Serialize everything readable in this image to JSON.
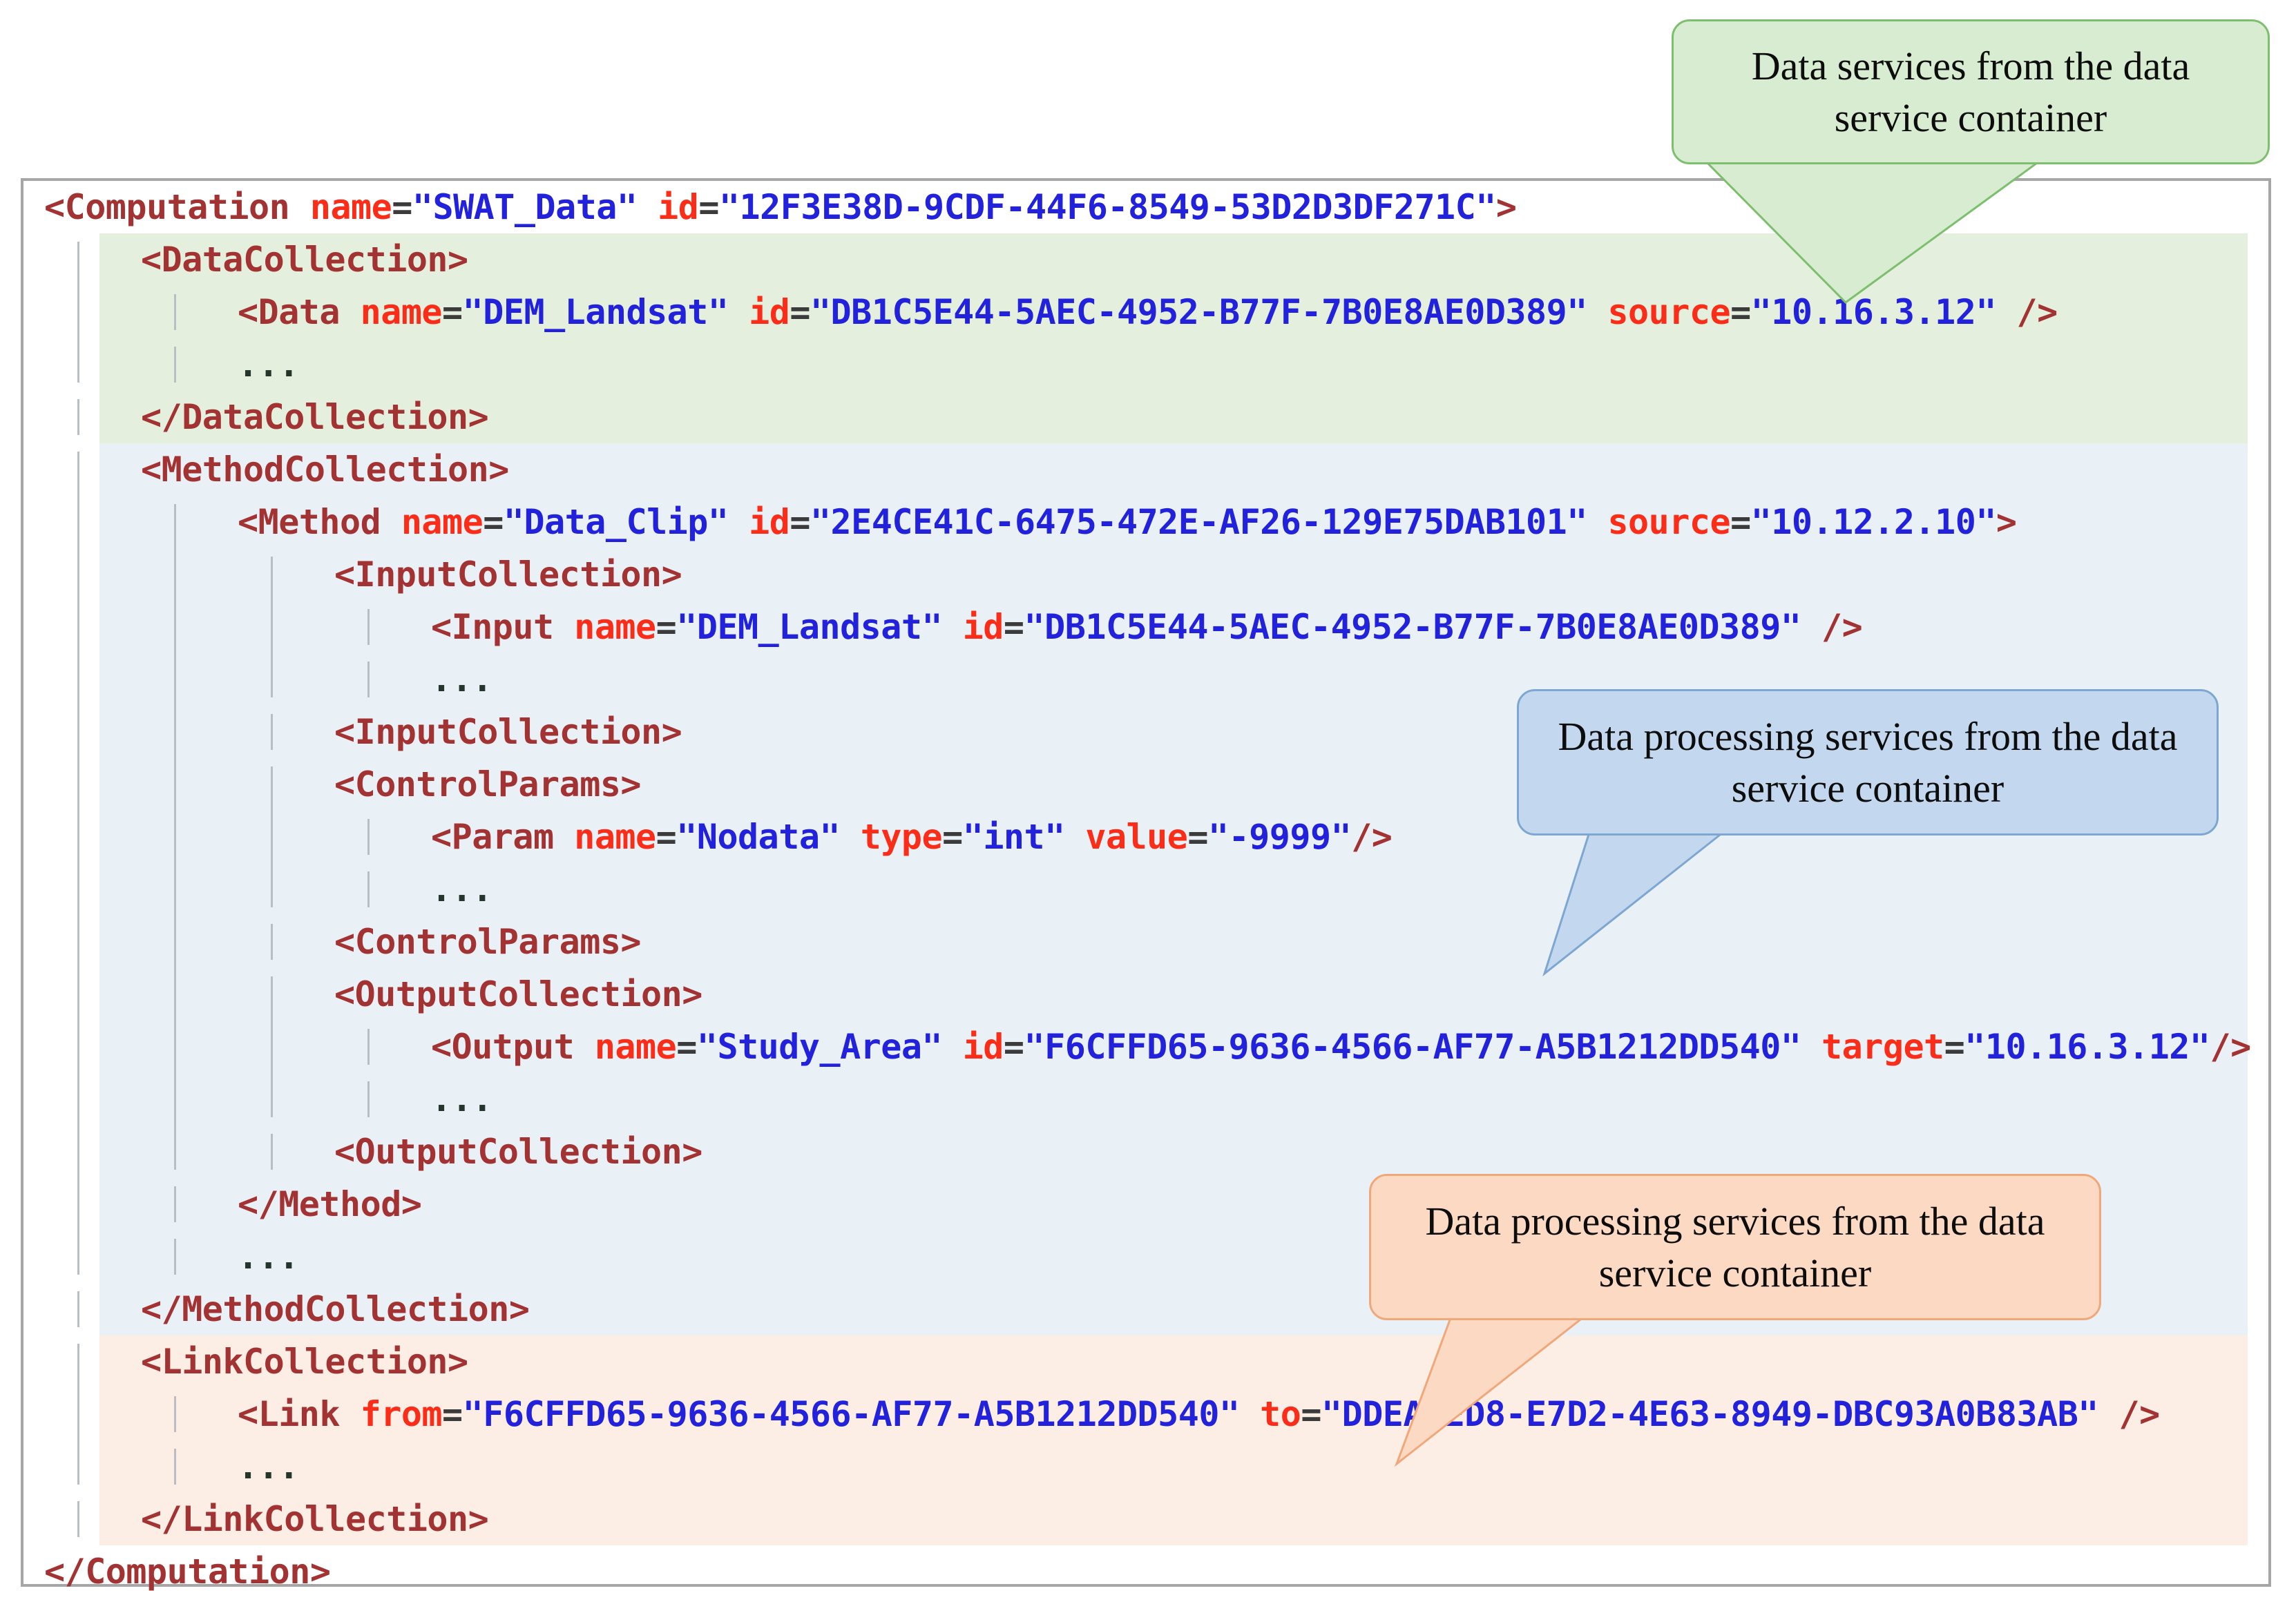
{
  "document": {
    "type": "xml-code-listing",
    "root_element": "Computation"
  },
  "code": {
    "lines": [
      {
        "indent": 0,
        "band": "none",
        "tokens": [
          {
            "t": "tag",
            "v": "<Computation "
          },
          {
            "t": "attr",
            "v": "name"
          },
          {
            "t": "eq",
            "v": "="
          },
          {
            "t": "val",
            "v": "\"SWAT_Data\""
          },
          {
            "t": "plain",
            "v": " "
          },
          {
            "t": "attr",
            "v": "id"
          },
          {
            "t": "eq",
            "v": "="
          },
          {
            "t": "val",
            "v": "\"12F3E38D-9CDF-44F6-8549-53D2D3DF271C\""
          },
          {
            "t": "tag",
            "v": ">"
          }
        ]
      },
      {
        "indent": 1,
        "band": "green",
        "tokens": [
          {
            "t": "tag",
            "v": "<DataCollection>"
          }
        ]
      },
      {
        "indent": 2,
        "band": "green",
        "tokens": [
          {
            "t": "tag",
            "v": "<Data "
          },
          {
            "t": "attr",
            "v": "name"
          },
          {
            "t": "eq",
            "v": "="
          },
          {
            "t": "val",
            "v": "\"DEM_Landsat\""
          },
          {
            "t": "plain",
            "v": " "
          },
          {
            "t": "attr",
            "v": "id"
          },
          {
            "t": "eq",
            "v": "="
          },
          {
            "t": "val",
            "v": "\"DB1C5E44-5AEC-4952-B77F-7B0E8AE0D389\""
          },
          {
            "t": "plain",
            "v": " "
          },
          {
            "t": "attr",
            "v": "source"
          },
          {
            "t": "eq",
            "v": "="
          },
          {
            "t": "val",
            "v": "\"10.16.3.12\""
          },
          {
            "t": "tag",
            "v": " />"
          }
        ]
      },
      {
        "indent": 2,
        "band": "green",
        "tokens": [
          {
            "t": "dots",
            "v": "..."
          }
        ]
      },
      {
        "indent": 1,
        "band": "green",
        "tokens": [
          {
            "t": "tag",
            "v": "</DataCollection>"
          }
        ]
      },
      {
        "indent": 1,
        "band": "blue",
        "tokens": [
          {
            "t": "tag",
            "v": "<MethodCollection>"
          }
        ]
      },
      {
        "indent": 2,
        "band": "blue",
        "tokens": [
          {
            "t": "tag",
            "v": "<Method "
          },
          {
            "t": "attr",
            "v": "name"
          },
          {
            "t": "eq",
            "v": "="
          },
          {
            "t": "val",
            "v": "\"Data_Clip\""
          },
          {
            "t": "plain",
            "v": " "
          },
          {
            "t": "attr",
            "v": "id"
          },
          {
            "t": "eq",
            "v": "="
          },
          {
            "t": "val",
            "v": "\"2E4CE41C-6475-472E-AF26-129E75DAB101\""
          },
          {
            "t": "plain",
            "v": " "
          },
          {
            "t": "attr",
            "v": "source"
          },
          {
            "t": "eq",
            "v": "="
          },
          {
            "t": "val",
            "v": "\"10.12.2.10\""
          },
          {
            "t": "tag",
            "v": ">"
          }
        ]
      },
      {
        "indent": 3,
        "band": "blue",
        "tokens": [
          {
            "t": "tag",
            "v": "<InputCollection>"
          }
        ]
      },
      {
        "indent": 4,
        "band": "blue",
        "tokens": [
          {
            "t": "tag",
            "v": "<Input "
          },
          {
            "t": "attr",
            "v": "name"
          },
          {
            "t": "eq",
            "v": "="
          },
          {
            "t": "val",
            "v": "\"DEM_Landsat\""
          },
          {
            "t": "plain",
            "v": " "
          },
          {
            "t": "attr",
            "v": "id"
          },
          {
            "t": "eq",
            "v": "="
          },
          {
            "t": "val",
            "v": "\"DB1C5E44-5AEC-4952-B77F-7B0E8AE0D389\""
          },
          {
            "t": "tag",
            "v": " />"
          }
        ]
      },
      {
        "indent": 4,
        "band": "blue",
        "tokens": [
          {
            "t": "dots",
            "v": "..."
          }
        ]
      },
      {
        "indent": 3,
        "band": "blue",
        "tokens": [
          {
            "t": "tag",
            "v": "<InputCollection>"
          }
        ]
      },
      {
        "indent": 3,
        "band": "blue",
        "tokens": [
          {
            "t": "tag",
            "v": "<ControlParams>"
          }
        ]
      },
      {
        "indent": 4,
        "band": "blue",
        "tokens": [
          {
            "t": "tag",
            "v": "<Param "
          },
          {
            "t": "attr",
            "v": "name"
          },
          {
            "t": "eq",
            "v": "="
          },
          {
            "t": "val",
            "v": "\"Nodata\""
          },
          {
            "t": "plain",
            "v": " "
          },
          {
            "t": "attr",
            "v": "type"
          },
          {
            "t": "eq",
            "v": "="
          },
          {
            "t": "val",
            "v": "\"int\""
          },
          {
            "t": "plain",
            "v": " "
          },
          {
            "t": "attr",
            "v": "value"
          },
          {
            "t": "eq",
            "v": "="
          },
          {
            "t": "val",
            "v": "\"-9999\""
          },
          {
            "t": "tag",
            "v": "/>"
          }
        ]
      },
      {
        "indent": 4,
        "band": "blue",
        "tokens": [
          {
            "t": "dots",
            "v": "..."
          }
        ]
      },
      {
        "indent": 3,
        "band": "blue",
        "tokens": [
          {
            "t": "tag",
            "v": "<ControlParams>"
          }
        ]
      },
      {
        "indent": 3,
        "band": "blue",
        "tokens": [
          {
            "t": "tag",
            "v": "<OutputCollection>"
          }
        ]
      },
      {
        "indent": 4,
        "band": "blue",
        "tokens": [
          {
            "t": "tag",
            "v": "<Output "
          },
          {
            "t": "attr",
            "v": "name"
          },
          {
            "t": "eq",
            "v": "="
          },
          {
            "t": "val",
            "v": "\"Study_Area\""
          },
          {
            "t": "plain",
            "v": " "
          },
          {
            "t": "attr",
            "v": "id"
          },
          {
            "t": "eq",
            "v": "="
          },
          {
            "t": "val",
            "v": "\"F6CFFD65-9636-4566-AF77-A5B1212DD540\""
          },
          {
            "t": "plain",
            "v": " "
          },
          {
            "t": "attr",
            "v": "target"
          },
          {
            "t": "eq",
            "v": "="
          },
          {
            "t": "val",
            "v": "\"10.16.3.12\""
          },
          {
            "t": "tag",
            "v": "/>"
          }
        ]
      },
      {
        "indent": 4,
        "band": "blue",
        "tokens": [
          {
            "t": "dots",
            "v": "..."
          }
        ]
      },
      {
        "indent": 3,
        "band": "blue",
        "tokens": [
          {
            "t": "tag",
            "v": "<OutputCollection>"
          }
        ]
      },
      {
        "indent": 2,
        "band": "blue",
        "tokens": [
          {
            "t": "tag",
            "v": "</Method>"
          }
        ]
      },
      {
        "indent": 2,
        "band": "blue",
        "tokens": [
          {
            "t": "dots",
            "v": "..."
          }
        ]
      },
      {
        "indent": 1,
        "band": "blue",
        "tokens": [
          {
            "t": "tag",
            "v": "</MethodCollection>"
          }
        ]
      },
      {
        "indent": 1,
        "band": "orange",
        "tokens": [
          {
            "t": "tag",
            "v": "<LinkCollection>"
          }
        ]
      },
      {
        "indent": 2,
        "band": "orange",
        "tokens": [
          {
            "t": "tag",
            "v": "<Link "
          },
          {
            "t": "attr",
            "v": "from"
          },
          {
            "t": "eq",
            "v": "="
          },
          {
            "t": "val",
            "v": "\"F6CFFD65-9636-4566-AF77-A5B1212DD540\""
          },
          {
            "t": "plain",
            "v": " "
          },
          {
            "t": "attr",
            "v": "to"
          },
          {
            "t": "eq",
            "v": "="
          },
          {
            "t": "val",
            "v": "\"DDEA4ED8-E7D2-4E63-8949-DBC93A0B83AB\""
          },
          {
            "t": "tag",
            "v": " />"
          }
        ]
      },
      {
        "indent": 2,
        "band": "orange",
        "tokens": [
          {
            "t": "dots",
            "v": "..."
          }
        ]
      },
      {
        "indent": 1,
        "band": "orange",
        "tokens": [
          {
            "t": "tag",
            "v": "</LinkCollection>"
          }
        ]
      },
      {
        "indent": 0,
        "band": "none",
        "tokens": [
          {
            "t": "tag",
            "v": "</Computation>"
          }
        ]
      }
    ]
  },
  "callouts": {
    "green": {
      "text": "Data services from the data service container",
      "fill": "#d7ecd0",
      "stroke": "#7dbf6e"
    },
    "blue": {
      "text": "Data processing services from the data service container",
      "fill": "#c3d8ee",
      "stroke": "#7da7d2"
    },
    "orange": {
      "text": "Data processing services from the data service container",
      "fill": "#fbd9c3",
      "stroke": "#f0a87a"
    }
  },
  "colors": {
    "band_green": "#e4f0dd",
    "band_blue": "#e9f1f7",
    "band_orange": "#fdeee5",
    "tag": "#a33232",
    "attribute": "#fb2c18",
    "value": "#2222dd",
    "frame_border": "#a6a6a6"
  }
}
